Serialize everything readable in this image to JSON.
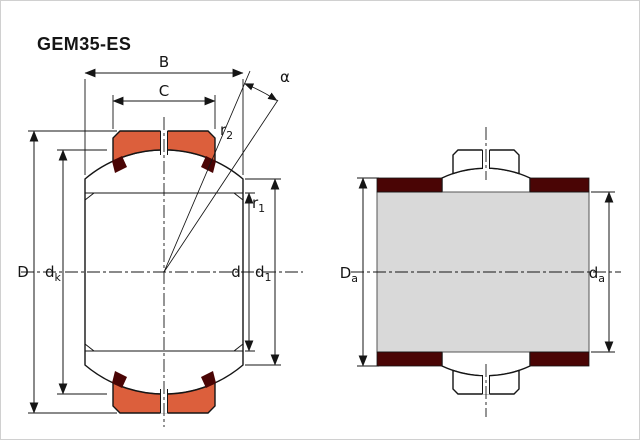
{
  "title": "GEM35-ES",
  "colors": {
    "bearing": "#dc5f3c",
    "seal": "#4a0505",
    "shaft": "#d9d9d9",
    "line": "#151515",
    "background": "#ffffff",
    "border": "#d0d0d0"
  },
  "left": {
    "dims": {
      "B": {
        "base": "B",
        "sub": ""
      },
      "C": {
        "base": "C",
        "sub": ""
      },
      "alpha": {
        "base": "α",
        "sub": ""
      },
      "r2": {
        "base": "r",
        "sub": "2"
      },
      "r1": {
        "base": "r",
        "sub": "1"
      },
      "D": {
        "base": "D",
        "sub": ""
      },
      "dk": {
        "base": "d",
        "sub": "k"
      },
      "d": {
        "base": "d",
        "sub": ""
      },
      "d1": {
        "base": "d",
        "sub": "1"
      }
    }
  },
  "right": {
    "dims": {
      "Da": {
        "base": "D",
        "sub": "a"
      },
      "da": {
        "base": "d",
        "sub": "a"
      }
    }
  }
}
